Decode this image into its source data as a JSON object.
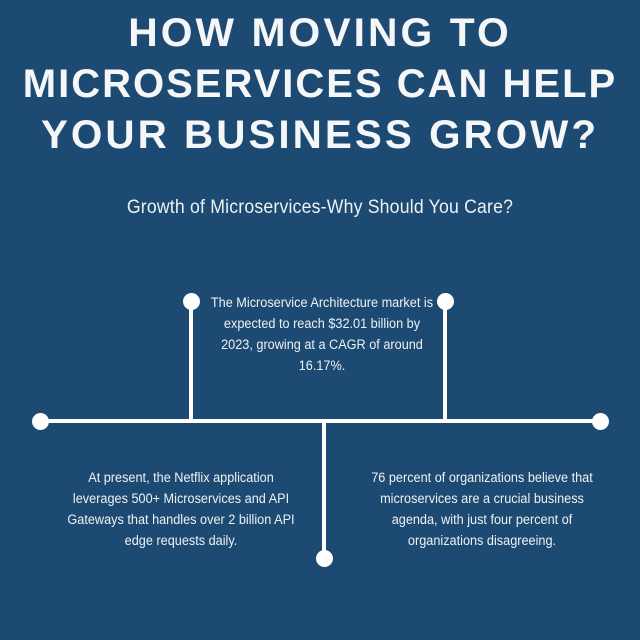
{
  "colors": {
    "background": "#1d4a72",
    "text": "#eef1f3",
    "timeline": "#ffffff"
  },
  "header": {
    "title_line_1": "How Moving to",
    "title_line_2": "Microservices Can Help",
    "title_line_3": "Your Business Grow?",
    "subtitle": "Growth of Microservices-Why Should You Care?"
  },
  "timeline": {
    "facts": [
      {
        "id": "fact-market-size",
        "position": "above-left",
        "text": "The Microservice Architecture market is expected to reach $32.01 billion by 2023, growing at a CAGR of around 16.17%."
      },
      {
        "id": "fact-netflix",
        "position": "below-left",
        "text": "At present, the Netflix application leverages 500+ Microservices and API Gateways that handles over 2 billion API edge requests daily."
      },
      {
        "id": "fact-organizations",
        "position": "below-right",
        "text": "76 percent of organizations believe that microservices are a crucial business agenda, with just four percent of organizations disagreeing."
      }
    ],
    "nodes": [
      {
        "id": "node-left-end",
        "label": "left endpoint"
      },
      {
        "id": "node-top-left",
        "label": "upper left marker"
      },
      {
        "id": "node-top-right",
        "label": "upper right marker"
      },
      {
        "id": "node-bottom-mid",
        "label": "lower center marker"
      },
      {
        "id": "node-right-end",
        "label": "right endpoint"
      }
    ]
  }
}
